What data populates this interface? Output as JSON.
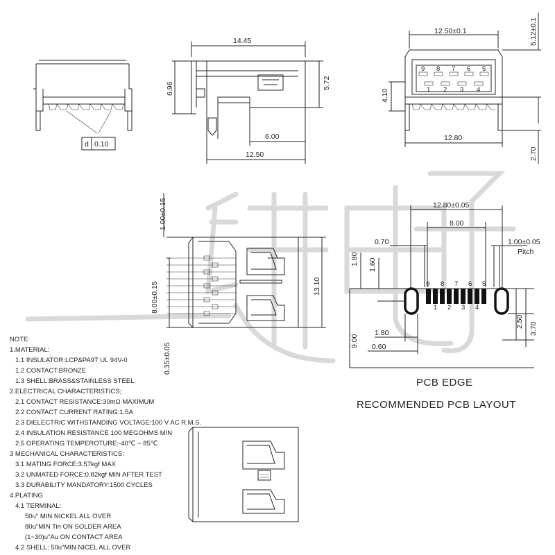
{
  "dims": {
    "top_width": "14.45",
    "side_height": "6.96",
    "right_height": "5.72",
    "foot_length": "6.00",
    "total_length": "12.50",
    "body_width": "12.50±0.1",
    "body_height": "5.12±0.1",
    "shell_inner_height": "4.10",
    "foot_span": "12.80",
    "foot_depth": "2.70",
    "flatness": "d",
    "flatness_value": "0.10",
    "pin_offset": "1.00±0.15",
    "pin_span": "8.00±0.15",
    "pin_end": "0.35±0.05",
    "body_len": "13.10",
    "pcb_span": "12.80±0.05",
    "pcb_pins": "8.00",
    "pad_w": "0.70",
    "pitch": "1.00±0.05",
    "pitch_label": "Pitch",
    "pad_h1": "1.80",
    "pad_h2": "1.60",
    "edge_dist": "9.00",
    "slot_w": "1.80",
    "slot_w2": "0.60",
    "slot_h": "2.50",
    "slot_h2": "3.70"
  },
  "pin_numbers_front": [
    "9",
    "8",
    "7",
    "6",
    "5",
    "1",
    "2",
    "3",
    "4"
  ],
  "pin_numbers_pcb": [
    "9",
    "1",
    "8",
    "2",
    "7",
    "3",
    "6",
    "4",
    "5"
  ],
  "labels": {
    "pcb_edge": "PCB EDGE",
    "layout_title": "RECOMMENDED PCB LAYOUT"
  },
  "notes": [
    "NOTE:",
    "1.MATERIAL:",
    "1.1 INSULATOR:LCP&PA9T UL 94V-0",
    "1.2 CONTACT:BRONZE",
    "1.3 SHELL:BRASS&STAINLESS STEEL",
    "2.ELECTRICAL CHARACTERISTICS;",
    "2.1 CONTACT RESISTANCE:30mΩ MAXIMUM",
    "2.2 CONTACT CURRENT RATING:1.5A",
    "2.3 DIELECTRIC WITHSTANDING VOLTAGE:100 V AC R.M.S.",
    "2.4 INSULATION RESISTANCE 100 MEGOHMS MIN",
    "2.5 OPERATING TEMPEROTURE:-40℃ ~ 85℃",
    "3 MECHANICAL CHARACTERISTICS:",
    "3.1 MATING FORCE:3.57kgf MAX",
    "3.2 UNMATED FORCE:0.82kgf MIN AFTER TEST",
    "3.3 DURABILITY MANDATORY:1500 CYCLES",
    "4.PLATING",
    "4.1 TERMINAL:",
    "50u\" MIN NICKEL ALL OVER",
    "80u\"MIN Tin ON SOLDER AREA",
    "(1~30)u\"Au ON CONTACT AREA",
    "4.2 SHELL: 50u\"MIN.NICEL ALL OVER"
  ],
  "colors": {
    "line": "#222222",
    "watermark": "#d9d9d9"
  }
}
